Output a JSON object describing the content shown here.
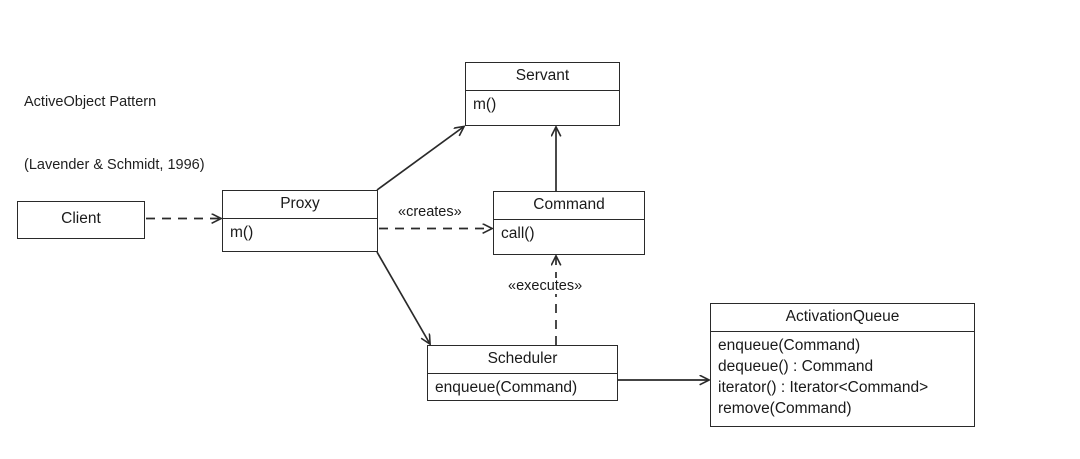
{
  "diagram": {
    "title_line1": "ActiveObject Pattern",
    "title_line2": "(Lavender & Schmidt, 1996)",
    "background_color": "#ffffff",
    "line_color": "#2a2a2a",
    "text_color": "#1a1a1a",
    "classes": {
      "client": {
        "name": "Client",
        "members": []
      },
      "proxy": {
        "name": "Proxy",
        "members": [
          "m()"
        ]
      },
      "servant": {
        "name": "Servant",
        "members": [
          "m()"
        ]
      },
      "command": {
        "name": "Command",
        "members": [
          "call()"
        ]
      },
      "scheduler": {
        "name": "Scheduler",
        "members": [
          "enqueue(Command)"
        ]
      },
      "activationqueue": {
        "name": "ActivationQueue",
        "members": [
          "enqueue(Command)",
          "dequeue() : Command",
          "iterator() : Iterator<Command>",
          "remove(Command)"
        ]
      }
    },
    "edges": [
      {
        "id": "client-to-proxy",
        "from": "Client",
        "to": "Proxy",
        "style": "dashed",
        "arrow": "open",
        "label": ""
      },
      {
        "id": "proxy-to-servant",
        "from": "Proxy",
        "to": "Servant",
        "style": "solid",
        "arrow": "open",
        "label": ""
      },
      {
        "id": "proxy-to-command",
        "from": "Proxy",
        "to": "Command",
        "style": "dashed",
        "arrow": "open",
        "label": "«creates»"
      },
      {
        "id": "command-to-servant",
        "from": "Command",
        "to": "Servant",
        "style": "solid",
        "arrow": "open",
        "label": ""
      },
      {
        "id": "proxy-to-scheduler",
        "from": "Proxy",
        "to": "Scheduler",
        "style": "solid",
        "arrow": "open",
        "label": ""
      },
      {
        "id": "scheduler-to-command",
        "from": "Scheduler",
        "to": "Command",
        "style": "dashed",
        "arrow": "open",
        "label": "«executes»"
      },
      {
        "id": "scheduler-to-activationqueue",
        "from": "Scheduler",
        "to": "ActivationQueue",
        "style": "solid",
        "arrow": "open",
        "label": ""
      }
    ]
  }
}
